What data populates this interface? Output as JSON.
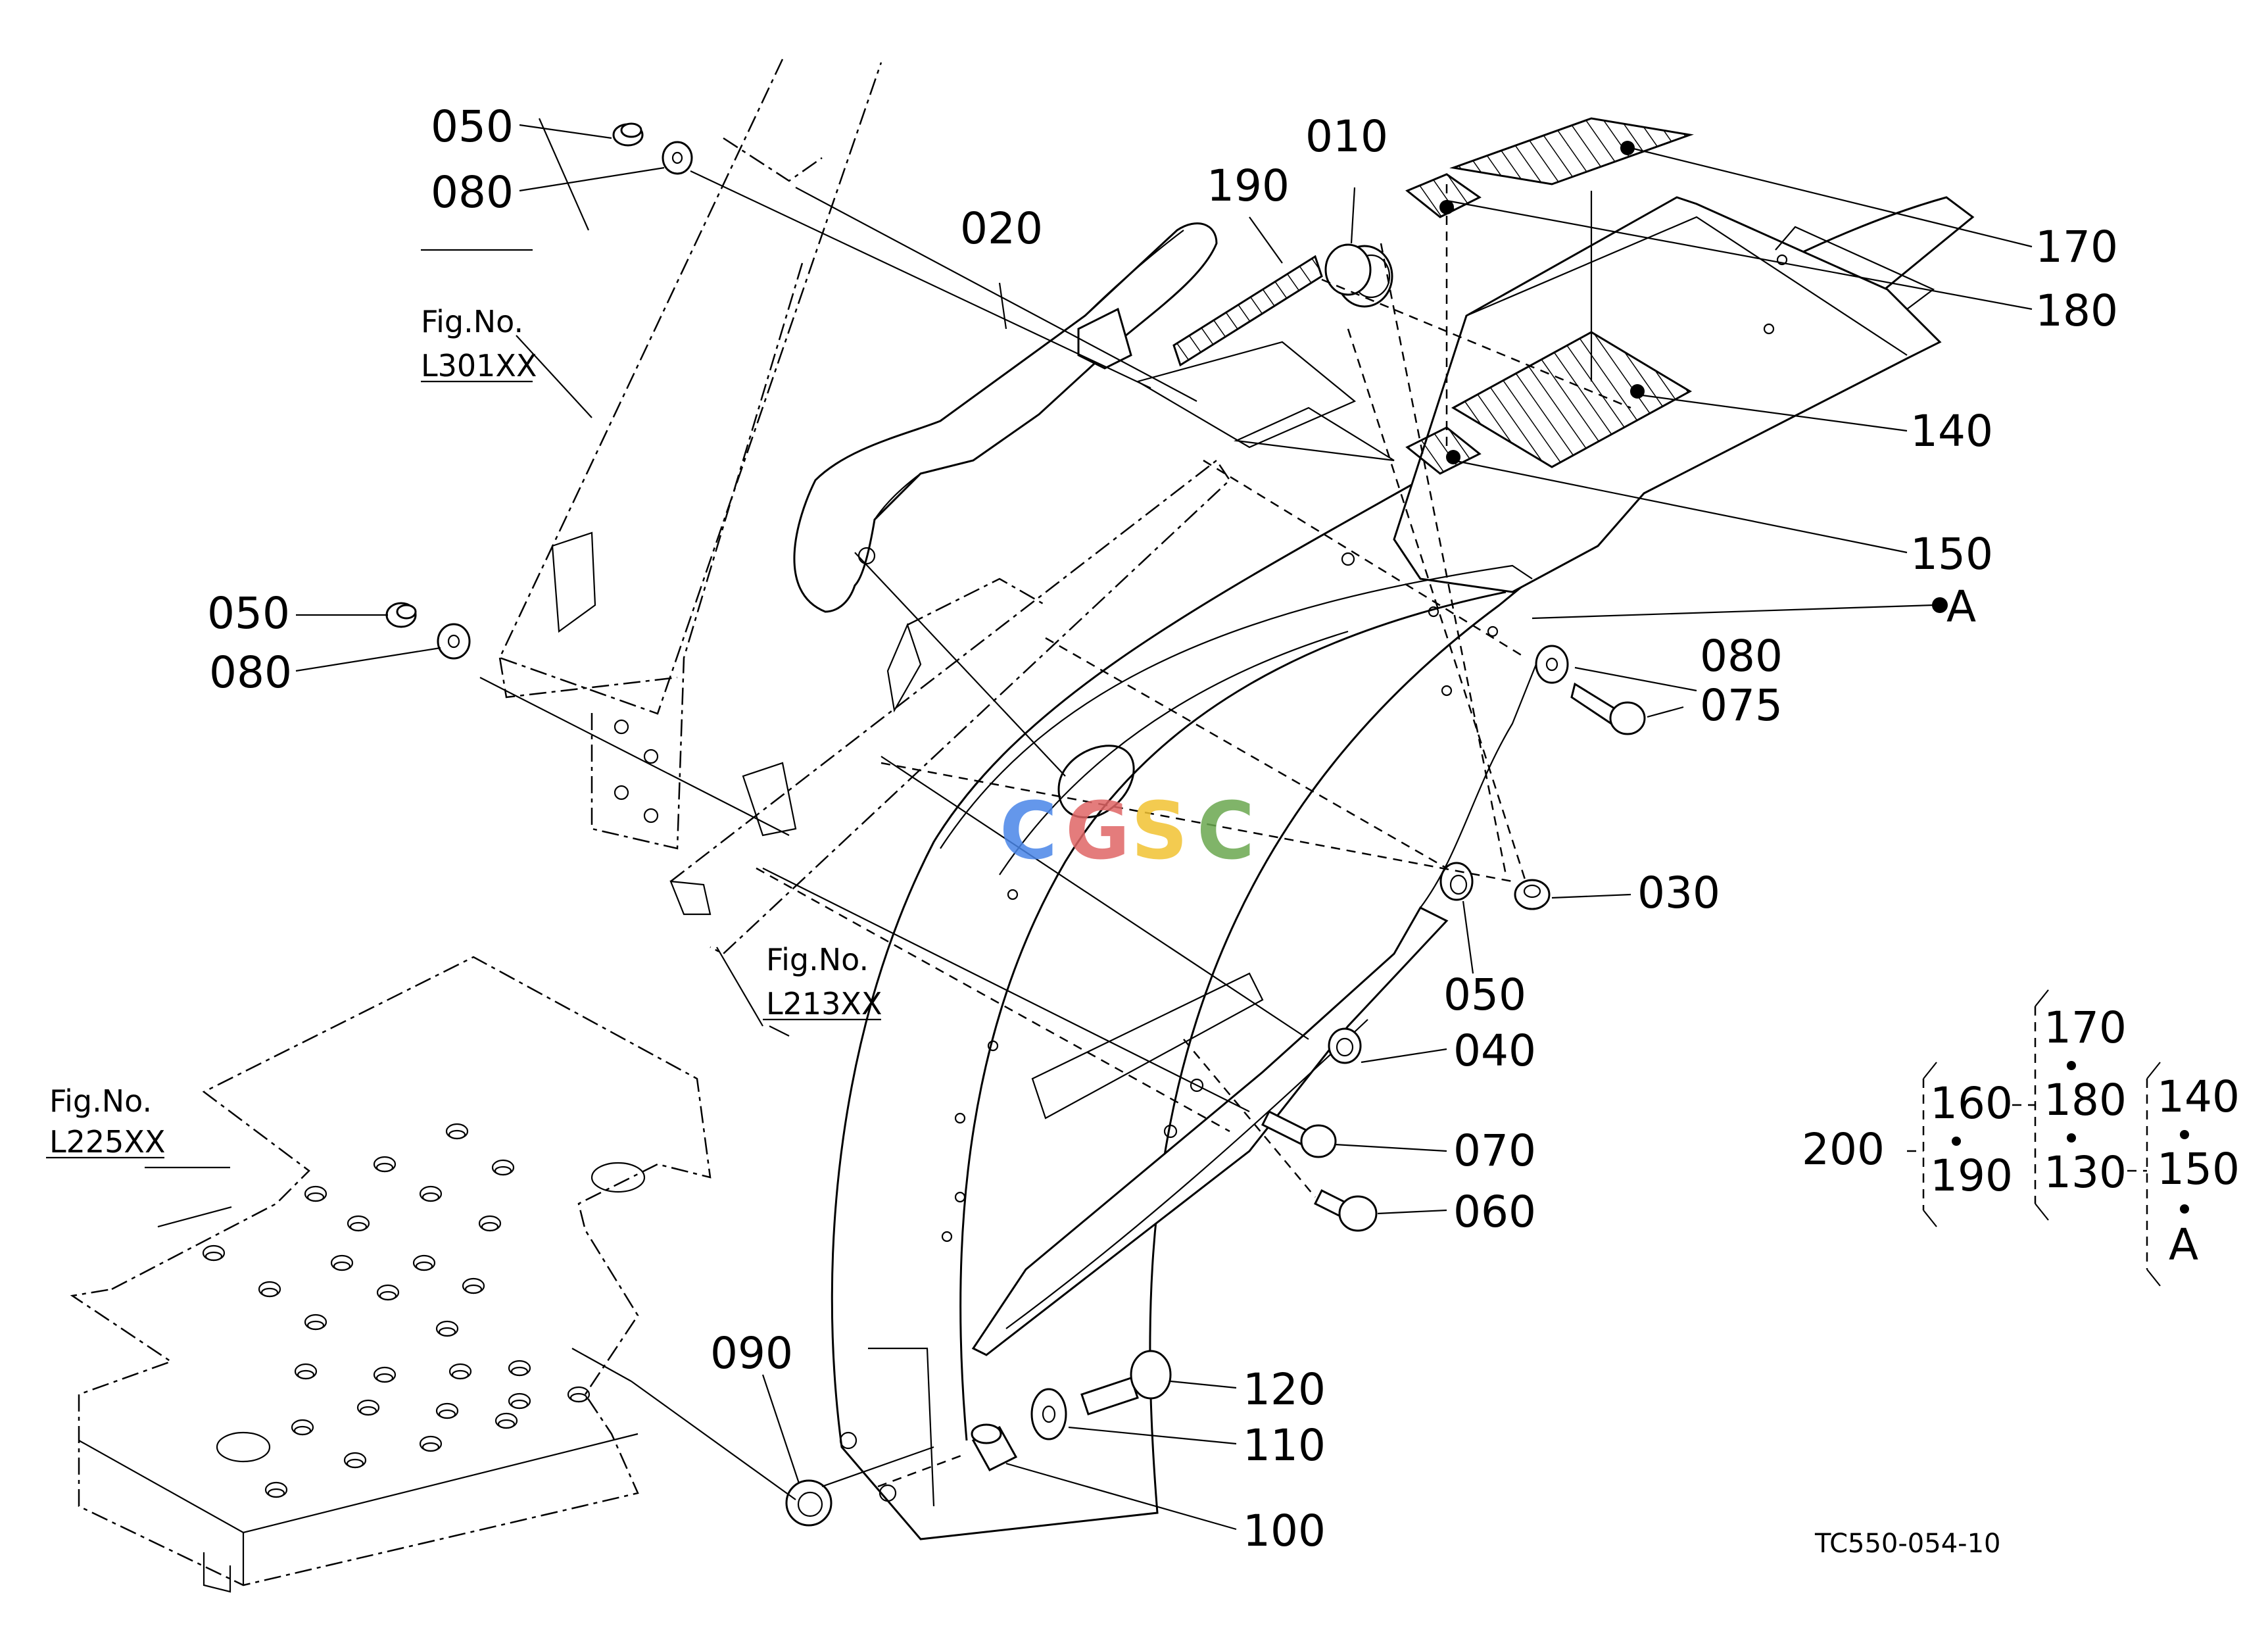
{
  "parts": {
    "p010": "010",
    "p020": "020",
    "p030": "030",
    "p040": "040",
    "p050a": "050",
    "p050b": "050",
    "p050c": "050",
    "p060": "060",
    "p070": "070",
    "p075": "075",
    "p080a": "080",
    "p080b": "080",
    "p080c": "080",
    "p090": "090",
    "p100": "100",
    "p110": "110",
    "p120": "120",
    "p140": "140",
    "p150": "150",
    "p170": "170",
    "p180": "180",
    "p190": "190",
    "pA": "A"
  },
  "fig_refs": {
    "ref1_label": "Fig.No.",
    "ref1_code": "L301XX",
    "ref2_label": "Fig.No.",
    "ref2_code": "L213XX",
    "ref3_label": "Fig.No.",
    "ref3_code": "L225XX"
  },
  "kit": {
    "k200": "200",
    "k160": "160",
    "k190": "190",
    "k170": "170",
    "k180": "180",
    "k130": "130",
    "k140": "140",
    "k150": "150",
    "kA": "A"
  },
  "drawing_code": "TC550-054-10",
  "watermark": {
    "c1": "C",
    "c2": "G",
    "c3": "S",
    "c4": "C"
  },
  "colors": {
    "wm_blue": "#4a86e8",
    "wm_red": "#e06666",
    "wm_yellow": "#f1c232",
    "wm_green": "#6aa84f"
  }
}
